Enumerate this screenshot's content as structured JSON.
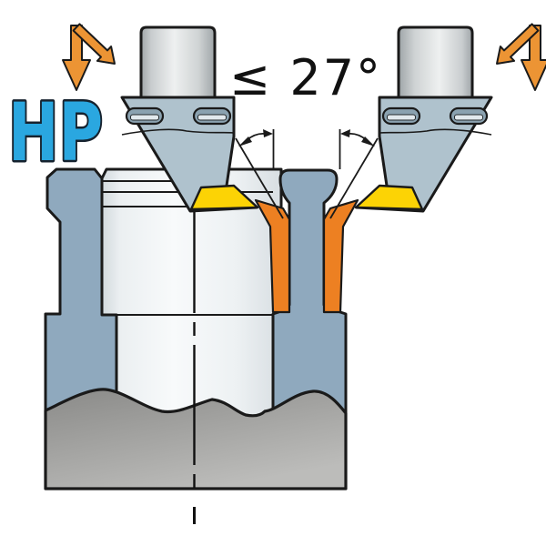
{
  "diagram": {
    "kind": "face-grooving tool angle illustration",
    "labels": {
      "tool_designation": "HP",
      "max_angle": "≤ 27°"
    },
    "colors": {
      "hp_blue": "#2AA7E0",
      "hp_outline": "#16222E",
      "angle_text": "#111111",
      "arrow_orange": "#EC9434",
      "machined_surface_orange": "#ED8022",
      "insert_yellow": "#FCD305",
      "workpiece_steel_blue": "#8FA9BE",
      "tool_body_gray_blue": "#AFC2CD",
      "outline": "#1A1A1A"
    },
    "icons": [
      {
        "name": "oscillation-arrow-left",
        "meaning": "tool feed directions (down / diagonal)"
      },
      {
        "name": "oscillation-arrow-right",
        "meaning": "tool feed directions (down / diagonal)"
      }
    ]
  }
}
